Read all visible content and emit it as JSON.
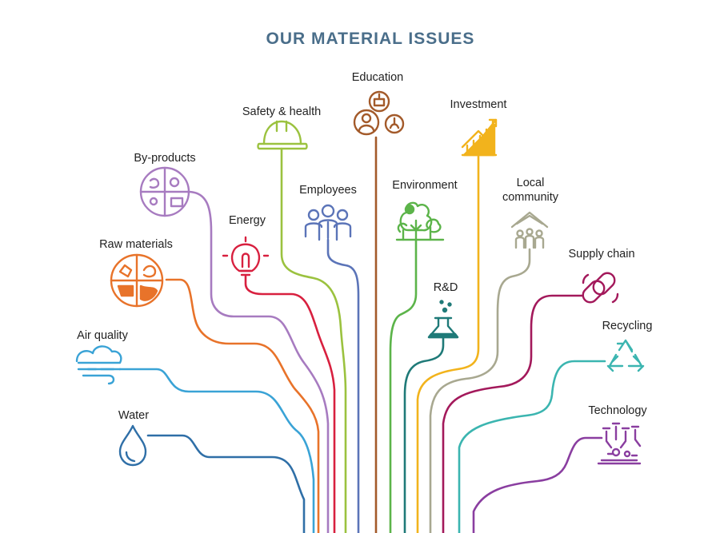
{
  "title": "OUR MATERIAL ISSUES",
  "colors": {
    "title": "#4a6e8a",
    "water": "#2f6fa7",
    "air_quality": "#3aa3d6",
    "raw_materials": "#e8732a",
    "by_products": "#a77bc0",
    "energy": "#d8203f",
    "safety_health": "#9bc23f",
    "employees": "#5b74b8",
    "education": "#a35a2a",
    "environment": "#5cb44a",
    "rd": "#1f7a78",
    "investment": "#f2b31c",
    "local_community": "#a8a890",
    "supply_chain": "#a3195b",
    "recycling": "#3bb5b0",
    "technology": "#8a3ea0"
  },
  "issues": {
    "water": {
      "label": "Water",
      "icon": "water-drop-icon"
    },
    "air_quality": {
      "label": "Air quality",
      "icon": "wind-icon"
    },
    "raw_materials": {
      "label": "Raw materials",
      "icon": "raw-materials-icon"
    },
    "by_products": {
      "label": "By-products",
      "icon": "by-products-icon"
    },
    "energy": {
      "label": "Energy",
      "icon": "light-bulb-icon"
    },
    "safety_health": {
      "label": "Safety & health",
      "icon": "hard-hat-icon"
    },
    "employees": {
      "label": "Employees",
      "icon": "people-icon"
    },
    "education": {
      "label": "Education",
      "icon": "education-icon"
    },
    "environment": {
      "label": "Environment",
      "icon": "trees-icon"
    },
    "rd": {
      "label": "R&D",
      "icon": "flask-icon"
    },
    "investment": {
      "label": "Investment",
      "icon": "growth-chart-icon"
    },
    "local_community": {
      "label_line1": "Local",
      "label_line2": "community",
      "icon": "community-house-icon"
    },
    "supply_chain": {
      "label": "Supply chain",
      "icon": "chain-link-icon"
    },
    "recycling": {
      "label": "Recycling",
      "icon": "recycle-icon"
    },
    "technology": {
      "label": "Technology",
      "icon": "robot-arm-icon"
    }
  }
}
